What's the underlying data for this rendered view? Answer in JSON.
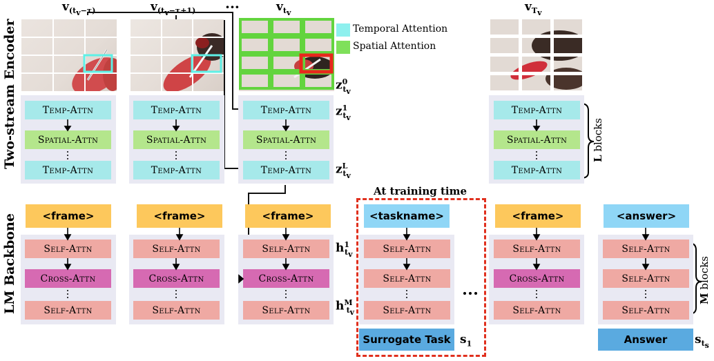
{
  "row_labels": {
    "encoder": "Two-stream  Encoder",
    "lm": "LM  Backbone"
  },
  "frame_labels": {
    "f1": {
      "main": "v",
      "sub": "(t",
      "subsub": "v",
      "tail": "−τ)"
    },
    "f2": {
      "main": "v",
      "sub": "(t",
      "subsub": "v",
      "tail": "−τ+1)"
    },
    "ellipsis": "···",
    "f3": {
      "main": "v",
      "sub": "t",
      "subsub": "v"
    },
    "f4": {
      "main": "v",
      "sub": "T",
      "subsub": "v"
    }
  },
  "legend": {
    "temporal": "Temporal Attention",
    "spatial": "Spatial Attention",
    "temporal_color": "#8ef0ee",
    "spatial_color": "#7fe05a"
  },
  "encoder_blocks": {
    "temp": "Temp-Attn",
    "spatial": "Spatial-Attn"
  },
  "z_labels": {
    "z0": {
      "main": "z",
      "sup": "0",
      "sub": "t",
      "subsub": "v"
    },
    "z1": {
      "main": "z",
      "sup": "1",
      "sub": "t",
      "subsub": "v"
    },
    "zL": {
      "main": "z",
      "sup": "L",
      "sub": "t",
      "subsub": "v"
    }
  },
  "l_blocks": {
    "bold": "L",
    "rest": " blocks"
  },
  "m_blocks": {
    "bold": "M",
    "rest": " blocks"
  },
  "training_label": "At training time",
  "lm_tokens": {
    "frame": "<frame>",
    "taskname": "<taskname>",
    "answer": "<answer>"
  },
  "lm_blocks": {
    "self": "Self-Attn",
    "cross": "Cross-Attn"
  },
  "h_labels": {
    "h1": {
      "main": "h",
      "sup": "1",
      "sub": "t",
      "subsub": "v"
    },
    "hM": {
      "main": "h",
      "sup": "M",
      "sub": "t",
      "subsub": "v"
    }
  },
  "outputs": {
    "surrogate": "Surrogate Task",
    "s1_main": "s",
    "s1_sub": "1",
    "answer": "Answer",
    "sts_main": "s",
    "sts_sub": "t",
    "sts_subsub": "s"
  },
  "colors": {
    "temp_block": "#a6e9ea",
    "spatial_block": "#b4e68c",
    "self_block": "#efa9a3",
    "cross_block": "#d66ab2",
    "frame_token": "#fdc85c",
    "task_token": "#8fd6f6",
    "output_box": "#5aaae0",
    "panel": "#e9e9f3",
    "highlight_red": "#e8281c",
    "dashed_red": "#e0301e"
  }
}
